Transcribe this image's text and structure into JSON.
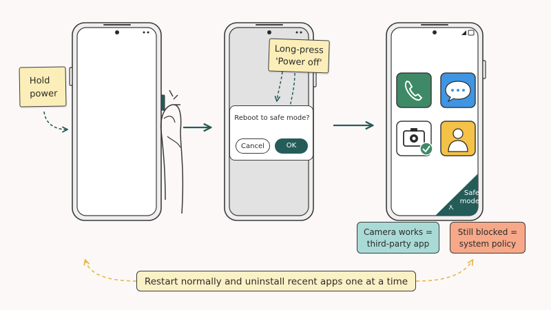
{
  "notes": {
    "hold_power": [
      "Hold",
      "power"
    ],
    "long_press": [
      "Long-press",
      "'Power off'"
    ],
    "camera_works": [
      "Camera works =",
      "third-party app"
    ],
    "still_blocked": [
      "Still blocked =",
      "system policy"
    ],
    "restart": "Restart normally and uninstall recent apps one at a time"
  },
  "dialog": {
    "title": "Reboot to safe mode?",
    "cancel": "Cancel",
    "ok": "OK"
  },
  "safe_mode": [
    "Safe",
    "mode"
  ],
  "apps": [
    "phone-icon",
    "chat-icon",
    "camera-icon",
    "contact-icon"
  ],
  "colors": {
    "teal": "#245c5a",
    "phone_app": "#3f8a66",
    "chat_app": "#3f95e3",
    "contact_app": "#f4c247",
    "sticky_yellow": "#fbeeb8",
    "camera_note": "#a9dad6",
    "blocked_note": "#f6a888"
  }
}
